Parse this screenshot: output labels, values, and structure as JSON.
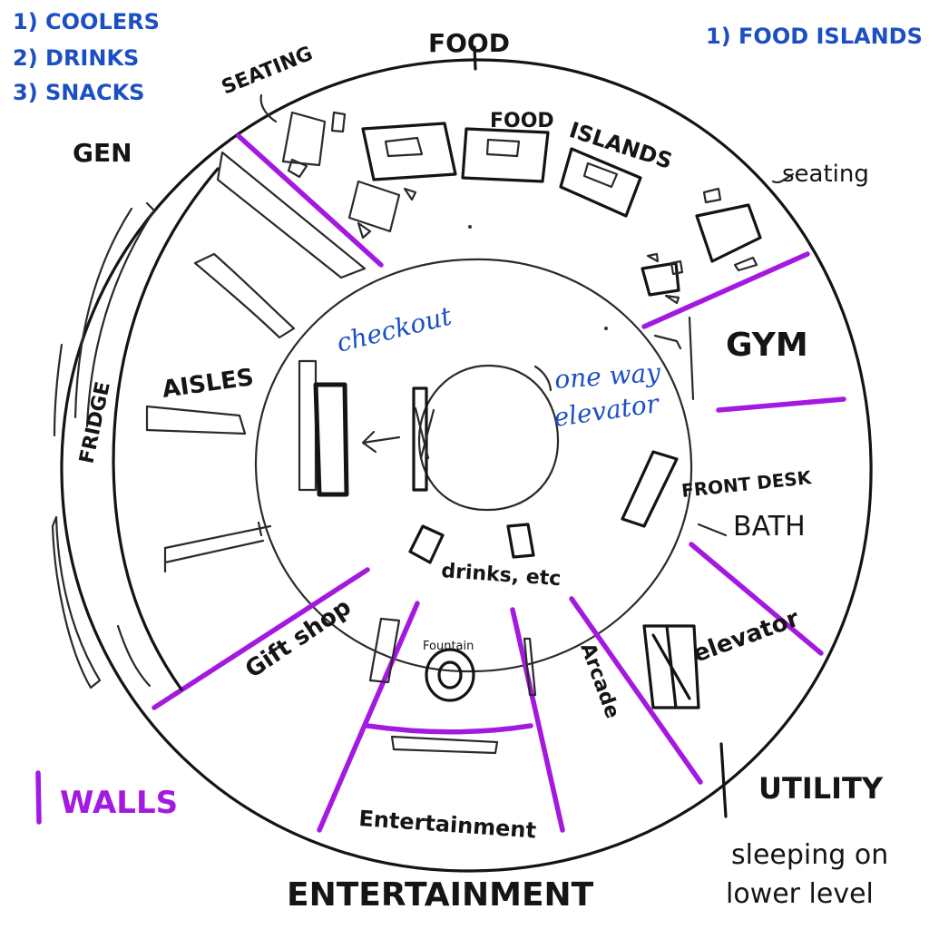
{
  "colors": {
    "ink": "#141414",
    "wall": "#a419e0",
    "note_blue": "#1c4fc4",
    "paper": "#ffffff"
  },
  "notes": {
    "top_left": [
      "1) COOLERS",
      "2) DRINKS",
      "3) SNACKS"
    ],
    "top_right": "1) FOOD ISLANDS"
  },
  "sections": {
    "food": "FOOD",
    "gen": "GEN",
    "entertainment": "ENTERTAINMENT",
    "utility": "UTILITY",
    "sleeping_line1": "sleeping on",
    "sleeping_line2": "lower level"
  },
  "areas": {
    "seating_top": "SEATING",
    "food_islands_1": "FOOD",
    "food_islands_2": "ISLANDS",
    "seating_right": "seating",
    "gym": "GYM",
    "front_desk": "FRONT DESK",
    "bath": "BATH",
    "elevator": "elevator",
    "arcade": "Arcade",
    "fountain": "Fountain",
    "entertainment_inner": "Entertainment",
    "gift_shop": "Gift shop",
    "aisles": "AISLES",
    "fridge": "FRIDGE",
    "drinks_etc": "drinks, etc"
  },
  "center": {
    "checkout": "checkout",
    "elevator_line1": "one way",
    "elevator_line2": "elevator"
  },
  "legend": {
    "label": "WALLS"
  }
}
